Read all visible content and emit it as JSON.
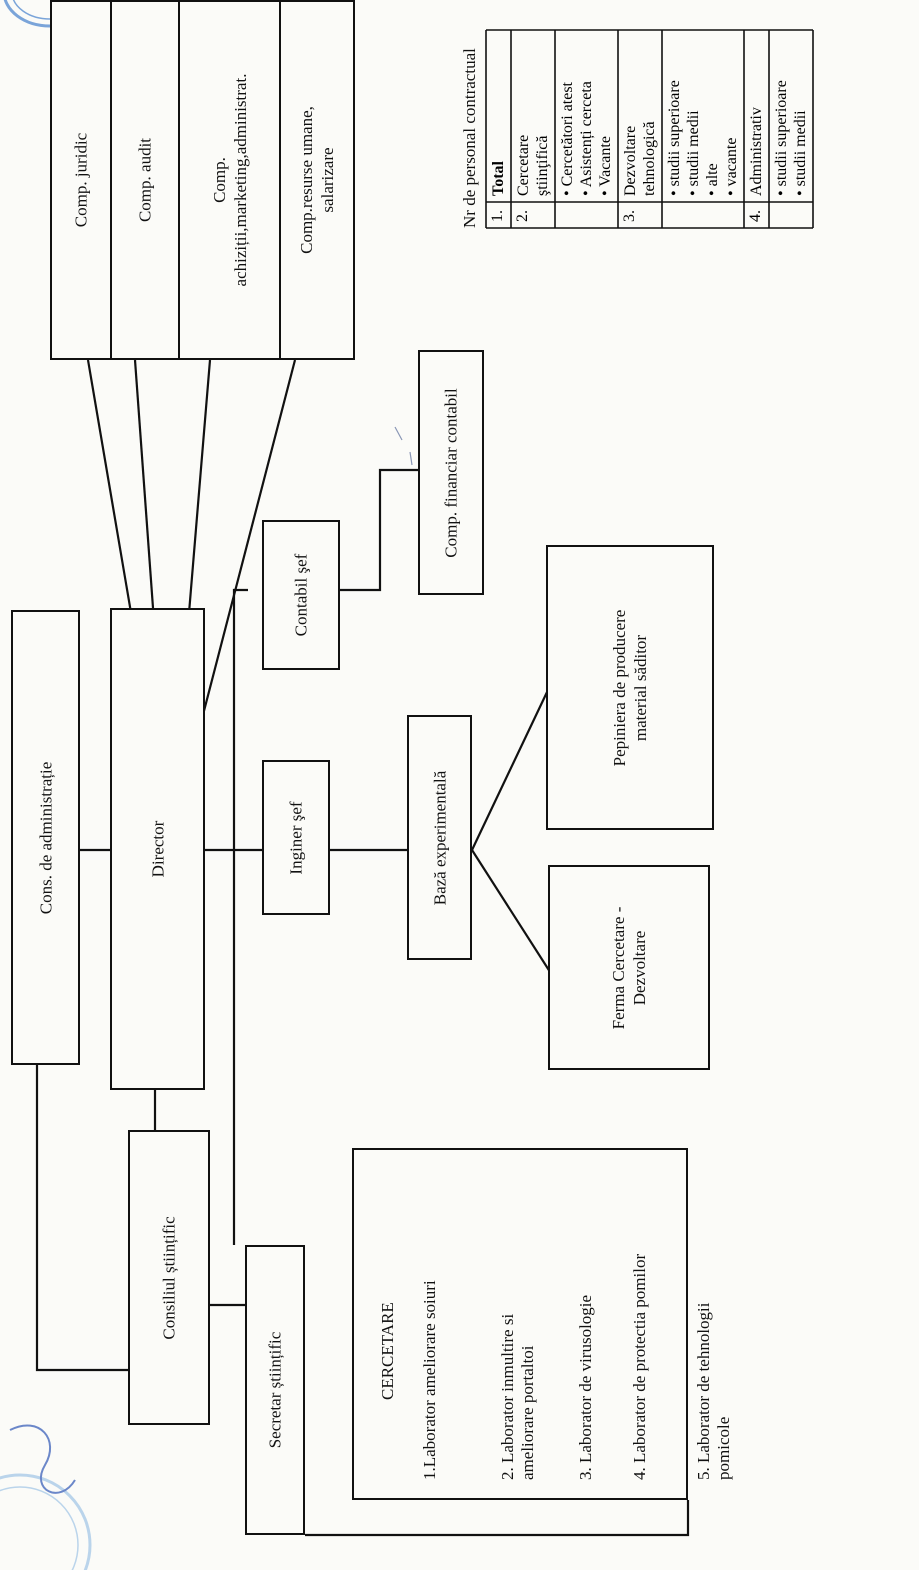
{
  "governance": {
    "consiliu_administratie": "Cons. de administrație",
    "director": "Director",
    "consiliu_stiintific": "Consiliul științific",
    "secretar_stiintific": "Secretar științific"
  },
  "compartments": [
    {
      "lines": [
        "Comp. juridic"
      ]
    },
    {
      "lines": [
        "Comp. audit"
      ]
    },
    {
      "lines": [
        "Comp.",
        "achiziții,marketing,administrat."
      ]
    },
    {
      "lines": [
        "Comp.resurse umane,",
        "salarizare"
      ]
    }
  ],
  "finance": {
    "contabil_sef": "Contabil şef",
    "comp_financiar": "Comp. financiar contabil"
  },
  "production": {
    "inginer_sef": "Inginer şef",
    "baza_experimentala": "Bază experimentală",
    "ferma": [
      "Ferma Cercetare -",
      "Dezvoltare"
    ],
    "pepiniera": [
      "Pepiniera de producere",
      "material săditor"
    ]
  },
  "research": {
    "title": "CERCETARE",
    "labs": [
      [
        "1.Laborator ameliorare soiuri"
      ],
      [
        "2. Laborator inmultire si",
        "ameliorare portaltoi"
      ],
      [
        "3. Laborator de virusologie"
      ],
      [
        "4. Laborator de protectia pomilor"
      ],
      [
        "5. Laborator de tehnologii",
        "pomicole"
      ]
    ]
  },
  "staff_table": {
    "caption": "Nr de personal contractual",
    "rows": [
      {
        "num": "1.",
        "lines": [
          "Total"
        ]
      },
      {
        "num": "2.",
        "lines": [
          "Cercetare",
          "ştiinţifică"
        ]
      },
      {
        "num": "",
        "lines": [
          "• Cercetători atest",
          "• Asistenți cerceta",
          "• Vacante"
        ]
      },
      {
        "num": "3.",
        "lines": [
          "Dezvoltare",
          "tehnologică"
        ]
      },
      {
        "num": "",
        "lines": [
          "• studii superioare",
          "• studii medii",
          "• alte",
          "• vacante"
        ]
      },
      {
        "num": "4.",
        "lines": [
          "Administrativ"
        ]
      },
      {
        "num": "",
        "lines": [
          "• studii superioare",
          "• studii medii"
        ]
      }
    ]
  }
}
